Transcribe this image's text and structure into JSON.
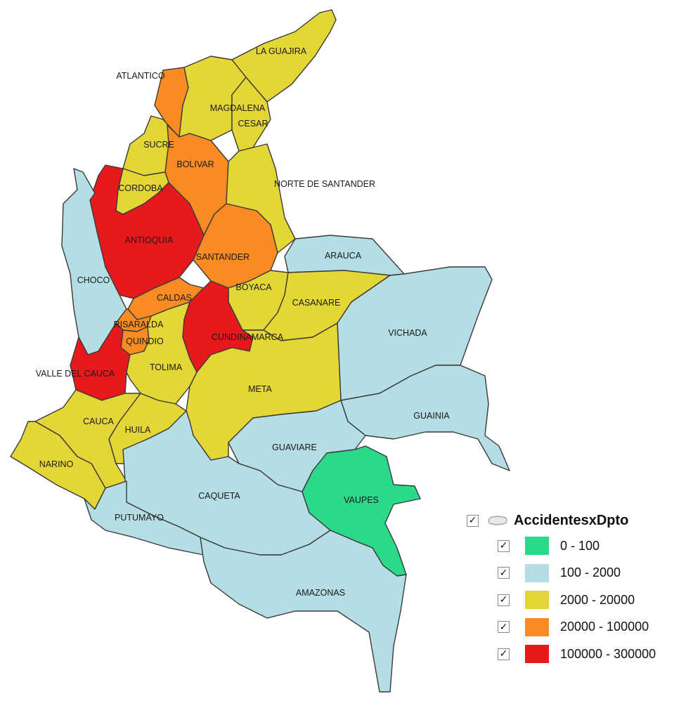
{
  "colors": {
    "0-100": "#2bd98a",
    "100-2000": "#b4dde4",
    "2000-20000": "#e4d636",
    "20000-100000": "#f88b22",
    "100000-300000": "#e8191c"
  },
  "departments": [
    {
      "name": "LA GUAJIRA",
      "cls": "2000-20000"
    },
    {
      "name": "ATLANTICO",
      "cls": "20000-100000"
    },
    {
      "name": "MAGDALENA",
      "cls": "2000-20000"
    },
    {
      "name": "CESAR",
      "cls": "2000-20000"
    },
    {
      "name": "SUCRE",
      "cls": "2000-20000"
    },
    {
      "name": "BOLIVAR",
      "cls": "20000-100000"
    },
    {
      "name": "CORDOBA",
      "cls": "2000-20000"
    },
    {
      "name": "NORTE DE SANTANDER",
      "cls": "2000-20000"
    },
    {
      "name": "ANTIOQUIA",
      "cls": "100000-300000"
    },
    {
      "name": "SANTANDER",
      "cls": "20000-100000"
    },
    {
      "name": "ARAUCA",
      "cls": "100-2000"
    },
    {
      "name": "CHOCO",
      "cls": "100-2000"
    },
    {
      "name": "BOYACA",
      "cls": "2000-20000"
    },
    {
      "name": "CALDAS",
      "cls": "20000-100000"
    },
    {
      "name": "CASANARE",
      "cls": "2000-20000"
    },
    {
      "name": "VICHADA",
      "cls": "100-2000"
    },
    {
      "name": "RISARALDA",
      "cls": "20000-100000"
    },
    {
      "name": "QUINDIO",
      "cls": "20000-100000"
    },
    {
      "name": "CUNDINAMARCA",
      "cls": "100000-300000"
    },
    {
      "name": "VALLE DEL CAUCA",
      "cls": "100000-300000"
    },
    {
      "name": "TOLIMA",
      "cls": "2000-20000"
    },
    {
      "name": "META",
      "cls": "2000-20000"
    },
    {
      "name": "GUAINIA",
      "cls": "100-2000"
    },
    {
      "name": "CAUCA",
      "cls": "2000-20000"
    },
    {
      "name": "HUILA",
      "cls": "2000-20000"
    },
    {
      "name": "GUAVIARE",
      "cls": "100-2000"
    },
    {
      "name": "NARINO",
      "cls": "2000-20000"
    },
    {
      "name": "CAQUETA",
      "cls": "100-2000"
    },
    {
      "name": "VAUPES",
      "cls": "0-100"
    },
    {
      "name": "PUTUMAYO",
      "cls": "100-2000"
    },
    {
      "name": "AMAZONAS",
      "cls": "100-2000"
    }
  ],
  "legend": {
    "layer_name": "AccidentesxDpto",
    "items": [
      {
        "label": "0 - 100",
        "cls": "0-100"
      },
      {
        "label": "100 - 2000",
        "cls": "100-2000"
      },
      {
        "label": "2000 - 20000",
        "cls": "2000-20000"
      },
      {
        "label": "20000 - 100000",
        "cls": "20000-100000"
      },
      {
        "label": "100000 - 300000",
        "cls": "100000-300000"
      }
    ]
  }
}
